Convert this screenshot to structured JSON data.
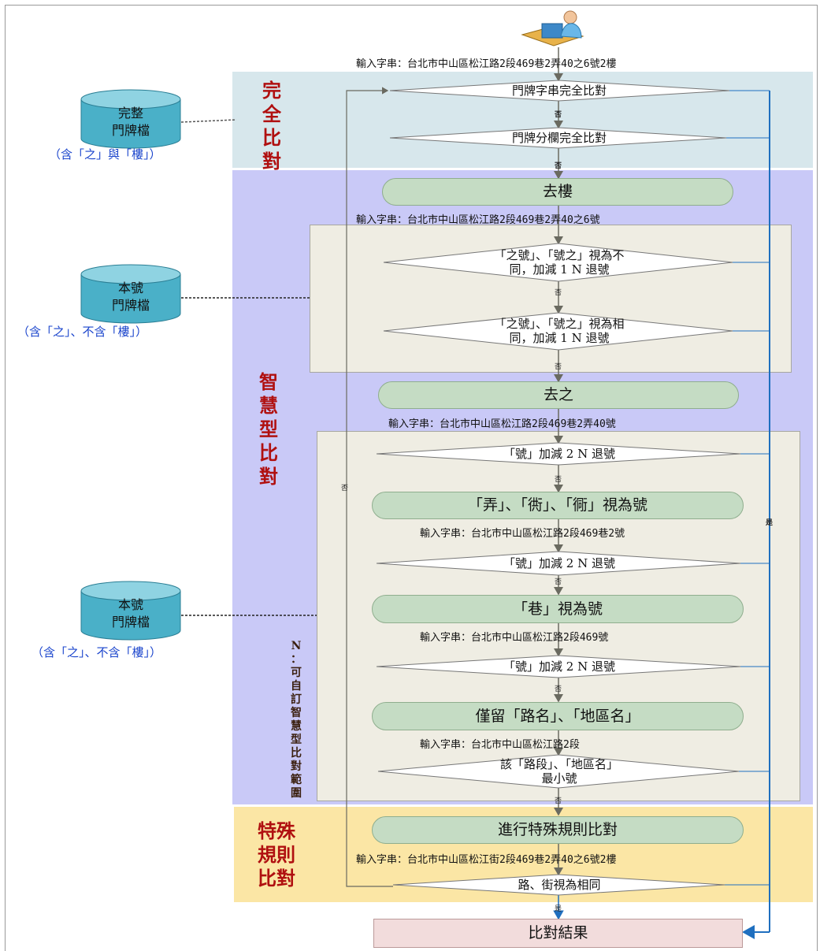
{
  "sections": {
    "exact": "完全比對",
    "smart": "智慧型比對",
    "special": "特殊規則比對"
  },
  "databases": [
    {
      "label_top": "完整",
      "label_bottom": "門牌檔",
      "caption": "（含「之」與「樓」）"
    },
    {
      "label_top": "本號",
      "label_bottom": "門牌檔",
      "caption": "（含「之」、不含「樓」）"
    },
    {
      "label_top": "本號",
      "label_bottom": "門牌檔",
      "caption": "（含「之」、不含「樓」）"
    }
  ],
  "inputs": {
    "i1": "輸入字串：台北市中山區松江路2段469巷2弄40之6號2樓",
    "i2": "輸入字串：台北市中山區松江路2段469巷2弄40之6號",
    "i3": "輸入字串：台北市中山區松江路2段469巷2弄40號",
    "i4": "輸入字串：台北市中山區松江路2段469巷2號",
    "i5": "輸入字串：台北市中山區松江路2段469號",
    "i6": "輸入字串：台北市中山區松江路2段",
    "i7": "輸入字串：台北市中山區松江街2段469巷2弄40之6號2樓"
  },
  "decisions": {
    "d1": "門牌字串完全比對",
    "d2": "門牌分欄完全比對",
    "d3a": "「之號」、「號之」視為不",
    "d3b": "同，加減 1 N 退號",
    "d4a": "「之號」、「號之」視為相",
    "d4b": "同，加減 1 N 退號",
    "d5": "「號」加減 2 N 退號",
    "d6": "「號」加減 2 N 退號",
    "d7": "「號」加減 2 N 退號",
    "d8a": "該「路段」、「地區名」",
    "d8b": "最小號",
    "d9": "路、街視為相同"
  },
  "processes": {
    "p1": "去樓",
    "p2": "去之",
    "p3": "「弄」、「衖」、「衕」視為號",
    "p4": "「巷」視為號",
    "p5": "僅留「路名」、「地區名」",
    "p6": "進行特殊規則比對"
  },
  "result": "比對結果",
  "edge_labels": {
    "no": "否",
    "yes": "是"
  },
  "note_chars": [
    "N",
    "：",
    "可",
    "自",
    "訂",
    "智",
    "慧",
    "型",
    "比",
    "對",
    "範",
    "圍"
  ],
  "icons": [
    "user-at-computer-icon",
    "database-cylinder-icon"
  ],
  "colors": {
    "exact_band": "#d7e7ec",
    "smart_band": "#c9c9f7",
    "special_band": "#fbe6a5",
    "section_text": "#b01010",
    "yes_arrow": "#1f6fbf",
    "caption": "#1a44cc"
  }
}
